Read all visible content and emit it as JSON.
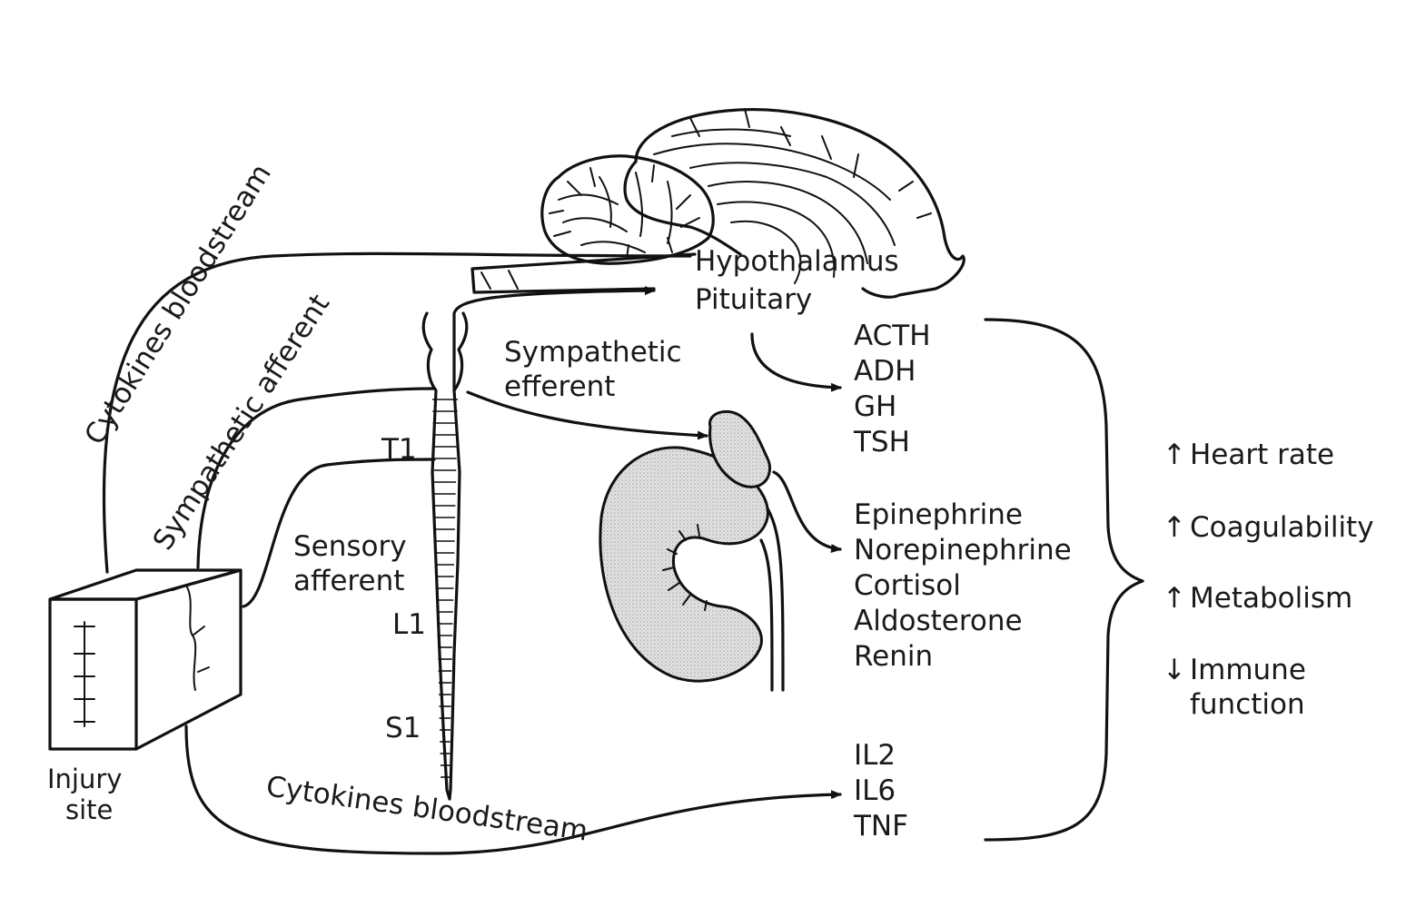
{
  "labels": {
    "hypothalamus": "Hypothalamus",
    "pituitary": "Pituitary",
    "cytokines_top": "Cytokines bloodstream",
    "cytokines_bottom": "Cytokines bloodstream",
    "sympathetic_afferent": "Sympathetic afferent",
    "sympathetic_efferent_1": "Sympathetic",
    "sympathetic_efferent_2": "efferent",
    "sensory_afferent_1": "Sensory",
    "sensory_afferent_2": "afferent",
    "injury_1": "Injury",
    "injury_2": "site",
    "t1": "T1",
    "l1": "L1",
    "s1": "S1"
  },
  "hormones_pituitary": [
    "ACTH",
    "ADH",
    "GH",
    "TSH"
  ],
  "hormones_adrenal": [
    "Epinephrine",
    "Norepinephrine",
    "Cortisol",
    "Aldosterone",
    "Renin"
  ],
  "cytokines": [
    "IL2",
    "IL6",
    "TNF"
  ],
  "effects": [
    {
      "arrow": "↑",
      "text": "Heart rate"
    },
    {
      "arrow": "↑",
      "text": "Coagulability"
    },
    {
      "arrow": "↑",
      "text": "Metabolism"
    },
    {
      "arrow": "↓",
      "text": "Immune"
    },
    {
      "arrow": "",
      "text": "function"
    }
  ]
}
